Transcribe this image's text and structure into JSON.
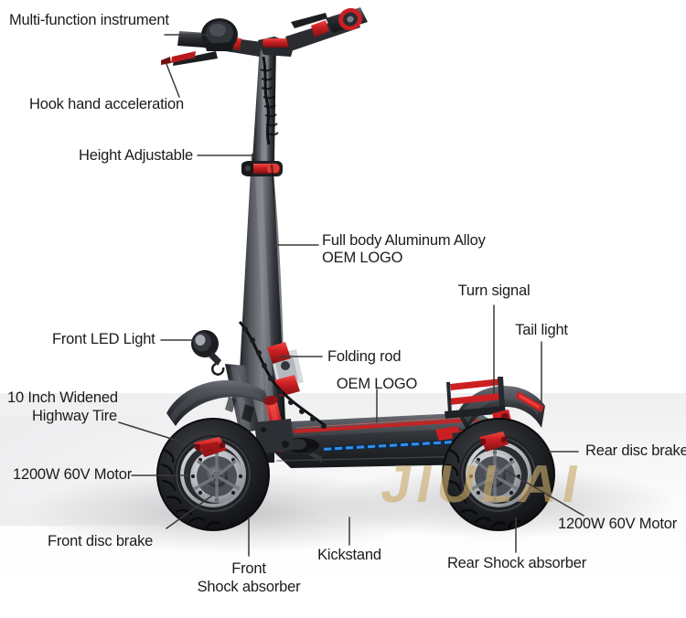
{
  "diagram": {
    "title": "Electric Scooter Feature Callout Diagram",
    "background_color": "#ffffff",
    "text_color": "#1b1b1b",
    "leader_line_color": "#3a3a3a",
    "watermark": {
      "text": "JIULAI",
      "color": "#cbab6a"
    },
    "accent_colors": {
      "frame_dark": "#2b2d30",
      "frame_mid": "#4a4d52",
      "red_accent": "#cc1f22",
      "red_accent_dark": "#8d1416",
      "blue_led": "#1f7fe0",
      "tire_black": "#1a1a1c",
      "rim_silver": "#c9cbcf"
    },
    "labels": [
      {
        "id": "multi-function-instrument",
        "text": "Multi-function instrument"
      },
      {
        "id": "hook-hand-acceleration",
        "text": "Hook hand acceleration"
      },
      {
        "id": "height-adjustable",
        "text": "Height Adjustable"
      },
      {
        "id": "full-body-aluminum-alloy",
        "text": "Full body Aluminum Alloy"
      },
      {
        "id": "oem-logo-stem",
        "text": "OEM LOGO"
      },
      {
        "id": "turn-signal",
        "text": "Turn signal"
      },
      {
        "id": "tail-light",
        "text": "Tail light"
      },
      {
        "id": "front-led-light",
        "text": "Front LED Light"
      },
      {
        "id": "folding-rod",
        "text": "Folding rod"
      },
      {
        "id": "oem-logo-deck",
        "text": "OEM LOGO"
      },
      {
        "id": "ten-inch-tire-line1",
        "text": "10 Inch Widened"
      },
      {
        "id": "ten-inch-tire-line2",
        "text": "Highway Tire"
      },
      {
        "id": "front-motor",
        "text": "1200W 60V Motor"
      },
      {
        "id": "rear-disc-brake",
        "text": "Rear disc brake"
      },
      {
        "id": "front-disc-brake",
        "text": "Front disc brake"
      },
      {
        "id": "rear-motor",
        "text": "1200W 60V Motor"
      },
      {
        "id": "front-shock-line1",
        "text": "Front"
      },
      {
        "id": "front-shock-line2",
        "text": "Shock absorber"
      },
      {
        "id": "kickstand",
        "text": "Kickstand"
      },
      {
        "id": "rear-shock-absorber",
        "text": "Rear Shock absorber"
      }
    ]
  }
}
